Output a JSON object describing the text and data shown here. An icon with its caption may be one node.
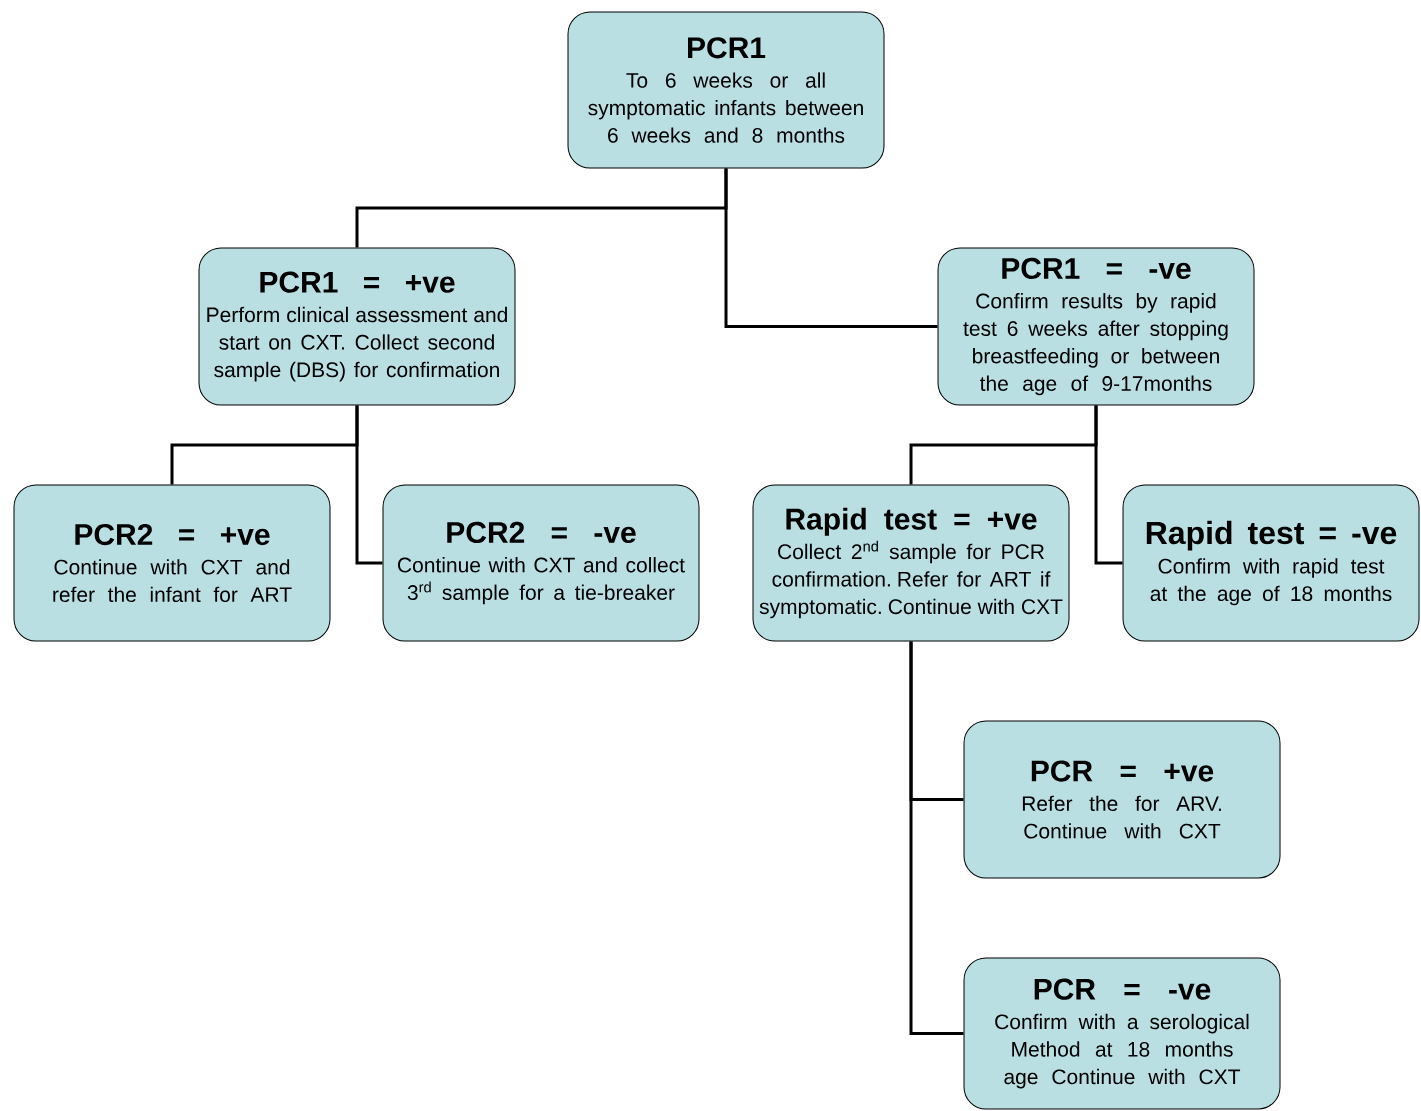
{
  "diagram": {
    "nodes": [
      {
        "text": [
          "PCR1",
          "To 6 weeks or all symptomatic infants between 6 weeks and 8 months"
        ]
      },
      {
        "text": [
          "PCR1 = +ve",
          "Perform clinical assessment and start on CXT. Collect second sample (DBS) for confirmation"
        ]
      },
      {
        "text": [
          "PCR1 = -ve",
          "Confirm results by rapid test 6 weeks after stopping breastfeeding or between the age of 9-17months"
        ]
      },
      {
        "text": [
          "PCR2 = +ve",
          "Continue with CXT and refer the infant for ART"
        ]
      },
      {
        "text": [
          "PCR2 = -ve",
          "Continue with CXT and collect 3$^{rd}$ sample for a tie-breaker"
        ]
      },
      {
        "text": [
          "Rapid test = +ve",
          "Collect 2$^{nd}$ sample for PCR confirmation. Refer for ART if symptomatic. Continue with CXT"
        ]
      },
      {
        "text": [
          "Rapid test = -ve",
          "Confirm with rapid test at the age of 18 months"
        ]
      },
      {
        "text": [
          "PCR = +ve",
          "Refer the for ARV. Continue with CXT"
        ]
      },
      {
        "text": [
          "PCR = -ve",
          "Confirm with a serological Method at 18 months age Continue with CXT"
        ]
      }
    ],
    "edges": [
      {
        "from": 0,
        "to": 1,
        "arrow": "none"
      },
      {
        "from": 0,
        "to": 2,
        "arrow": "none"
      },
      {
        "from": 1,
        "to": 3,
        "arrow": "none"
      },
      {
        "from": 1,
        "to": 4,
        "arrow": "none"
      },
      {
        "from": 2,
        "to": 5,
        "arrow": "none"
      },
      {
        "from": 2,
        "to": 6,
        "arrow": "none"
      },
      {
        "from": 5,
        "to": 7,
        "arrow": "none"
      },
      {
        "from": 5,
        "to": 8,
        "arrow": "none"
      }
    ]
  }
}
